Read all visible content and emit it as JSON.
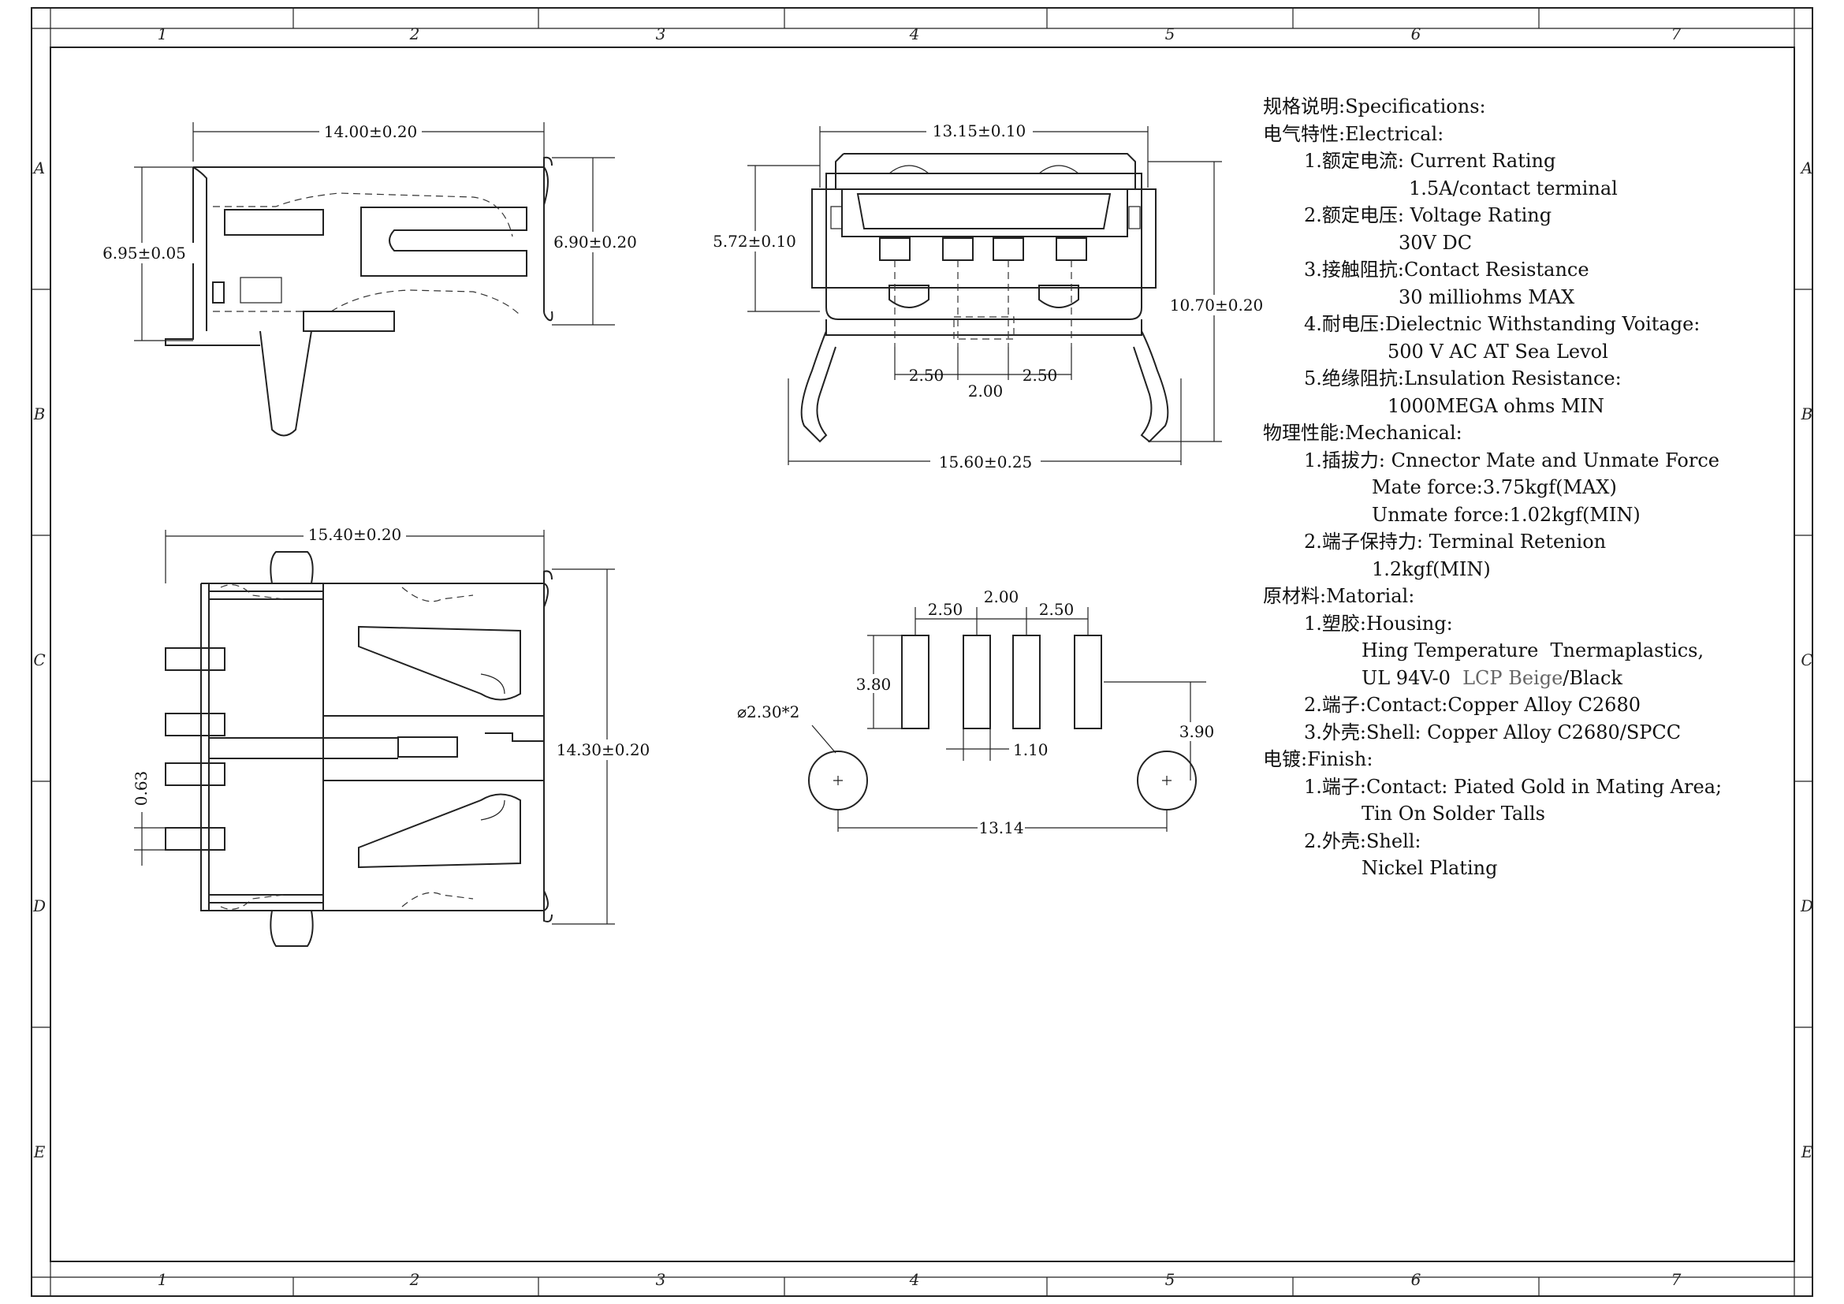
{
  "zones": {
    "columns": [
      "1",
      "2",
      "3",
      "4",
      "5",
      "6",
      "7"
    ],
    "rows": [
      "A",
      "B",
      "C",
      "D",
      "E"
    ]
  },
  "dims": {
    "side_width": "14.00±0.20",
    "side_height_left": "6.95±0.05",
    "side_height_right": "6.90±0.20",
    "front_opening_width": "13.15±0.10",
    "front_opening_height": "5.72±0.10",
    "front_total_height": "10.70±0.20",
    "front_pitch_left": "2.50",
    "front_pitch_mid": "2.00",
    "front_pitch_right": "2.50",
    "front_leg_span": "15.60±0.25",
    "top_width": "15.40±0.20",
    "top_depth": "14.30±0.20",
    "top_pin_width": "0.63",
    "pcb_pitch_left": "2.50",
    "pcb_pitch_mid": "2.00",
    "pcb_pitch_right": "2.50",
    "pcb_pad_length": "3.80",
    "pcb_hole_dia": "⌀2.30*2",
    "pcb_pad_width": "1.10",
    "pcb_hole_offset": "3.90",
    "pcb_hole_span": "13.14"
  },
  "specs": {
    "title": "规格说明:Specifications:",
    "electrical_heading": "电气特性:Electrical:",
    "current_label": "1.额定电流: Current Rating",
    "current_value": "1.5A/contact terminal",
    "voltage_label": "2.额定电压: Voltage Rating",
    "voltage_value": "30V DC",
    "contact_label": "3.接触阻抗:Contact Resistance",
    "contact_value": "30 milliohms MAX",
    "dielectric_label": "4.耐电压:Dielectnic Withstanding Voitage:",
    "dielectric_value": "500 V AC AT Sea Levol",
    "insulation_label": "5.绝缘阻抗:Lnsulation Resistance:",
    "insulation_value": "1000MEGA ohms MIN",
    "mechanical_heading": "物理性能:Mechanical:",
    "force_label": "1.插拔力: Cnnector Mate and Unmate Force",
    "mate_force": "Mate force:3.75kgf(MAX)",
    "unmate_force": "Unmate force:1.02kgf(MIN)",
    "retention_label": "2.端子保持力: Terminal Retenion",
    "retention_value": "1.2kgf(MIN)",
    "material_heading": "原材料:Matorial:",
    "housing_label": "1.塑胶:Housing:",
    "housing_line1": "Hing Temperature  Tnermaplastics,",
    "housing_line2a": "UL 94V-0  ",
    "housing_line2b": "LCP Beige",
    "housing_line2c": "/Black",
    "contact_material": "2.端子:Contact:Copper Alloy C2680",
    "shell_material": "3.外壳:Shell: Copper Alloy C2680/SPCC",
    "finish_heading": "电镀:Finish:",
    "finish_contact": "1.端子:Contact: Piated Gold in Mating Area;",
    "finish_contact2": "Tin On Solder Talls",
    "finish_shell": "2.外壳:Shell:",
    "finish_shell2": "Nickel Plating"
  }
}
